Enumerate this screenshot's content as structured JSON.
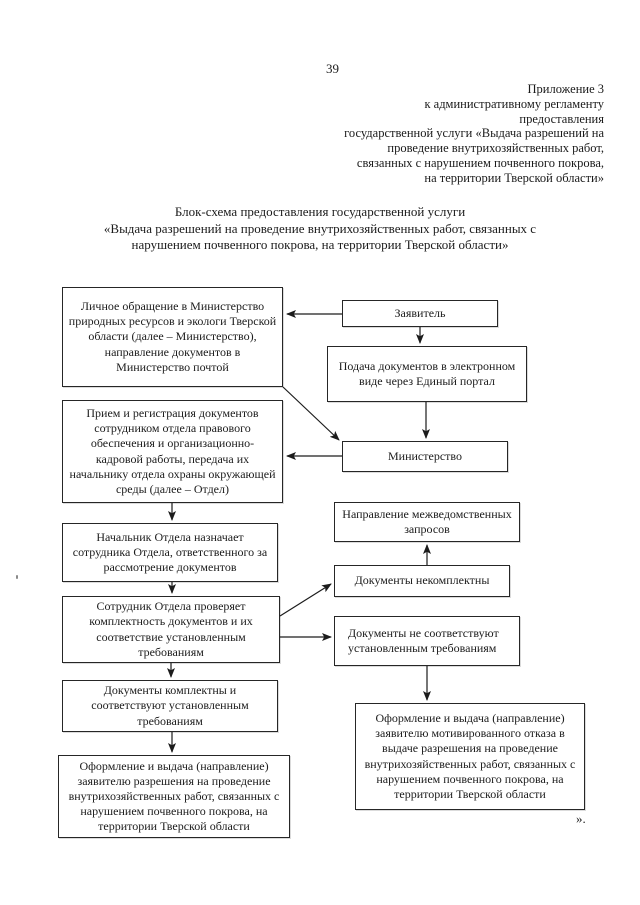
{
  "page": {
    "number": "39",
    "appendix": {
      "lines": [
        "Приложение 3",
        "к административному регламенту",
        "предоставления",
        "государственной услуги «Выдача разрешений на",
        "проведение внутрихозяйственных работ,",
        "связанных с нарушением почвенного покрова,",
        "на территории Тверской области»"
      ]
    },
    "title": {
      "lines": [
        "Блок-схема предоставления государственной услуги",
        "«Выдача разрешений на проведение внутрихозяйственных работ, связанных с",
        "нарушением почвенного покрова, на территории Тверской области»"
      ]
    },
    "closing_quote": "»."
  },
  "flowchart": {
    "boxes": {
      "personal_appeal": "Личное обращение в Министерство природных ресурсов и экологи Тверской области (далее – Министерство), направление документов в Министерство почтой",
      "applicant": "Заявитель",
      "electronic_submission": "Подача документов в электронном виде через Единый портал",
      "ministry": "Министерство",
      "reception_registration": "Прием и регистрация документов сотрудником отдела правового обеспечения и организационно-кадровой работы, передача их начальнику отдела охраны окружающей среды (далее – Отдел)",
      "interagency_requests": "Направление межведомственных запросов",
      "head_assigns": "Начальник Отдела назначает сотрудника Отдела, ответственного за рассмотрение документов",
      "docs_incomplete": "Документы некомплектны",
      "employee_checks": "Сотрудник Отдела проверяет комплектность документов и их соответствие установленным требованиям",
      "docs_noncompliant": "Документы не соответствуют установленным требованиям",
      "docs_complete": "Документы комплектны и соответствуют установленным требованиям",
      "issue_permit": "Оформление и выдача (направление) заявителю разрешения на проведение внутрихозяйственных работ, связанных с нарушением почвенного покрова, на территории Тверской области",
      "issue_refusal": "Оформление и выдача (направление) заявителю мотивированного отказа в выдаче разрешения на проведение внутрихозяйственных работ, связанных с нарушением почвенного покрова, на территории Тверской области"
    },
    "arrow_color": "#1c1c1c"
  }
}
